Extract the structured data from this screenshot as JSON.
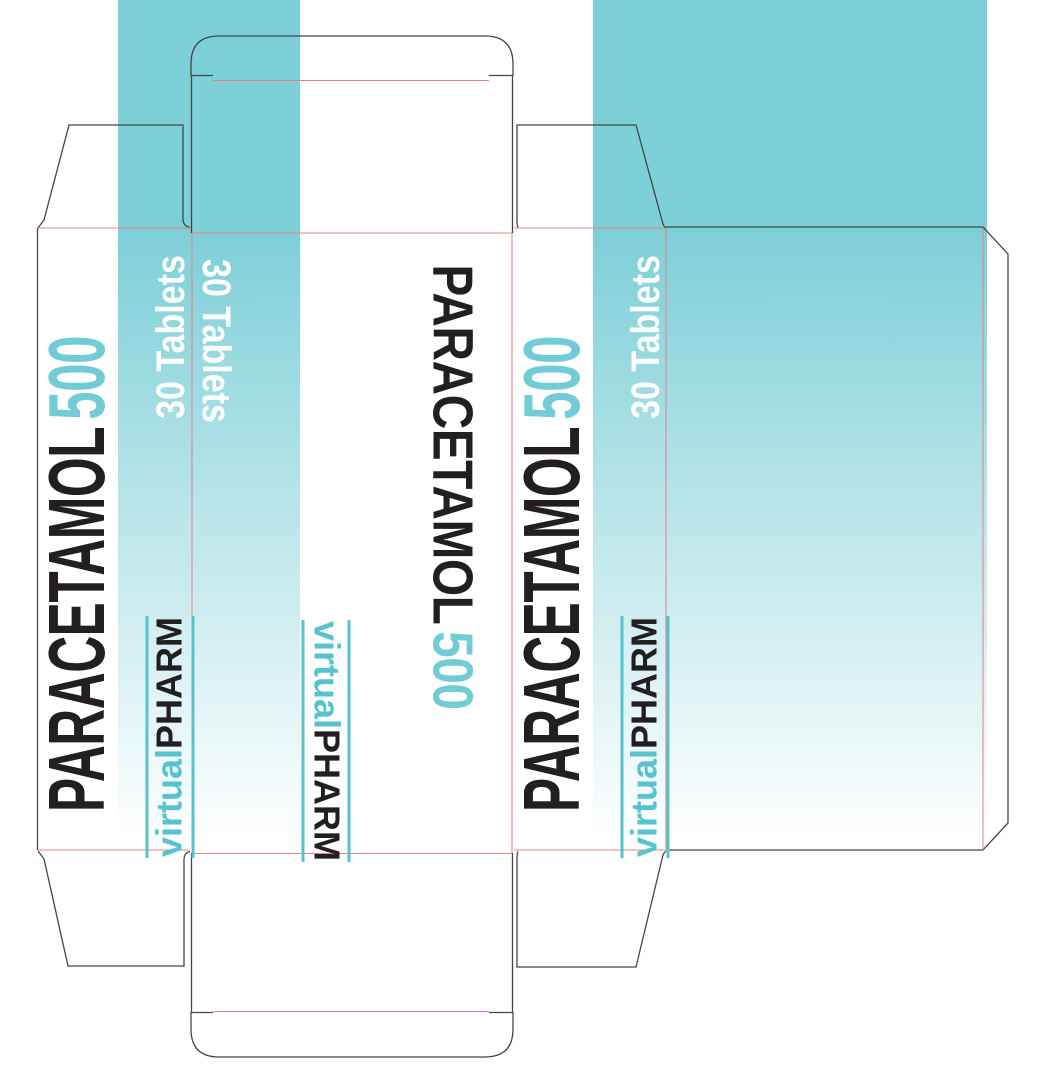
{
  "artwork": {
    "product_title": "PARACETAMOL 500",
    "colors": {
      "teal_band": "#7dcfd8",
      "teal_dose_text": "#72ccd6",
      "teal_logo": "#56c3cf",
      "ink_black": "#231f20",
      "white_text": "#ffffff",
      "cut_line": "#464646",
      "fold_line": "#e98080"
    }
  },
  "panels": {
    "side_left": {
      "title_main": "PARACETAMOL",
      "title_dose": "500",
      "quantity": "30 Tablets",
      "brand_prefix": "virtual",
      "brand_suffix": "PHARM"
    },
    "front": {
      "title_main": "PARACETAMOL",
      "title_dose": "500",
      "quantity": "30 Tablets",
      "brand_prefix": "virtual",
      "brand_suffix": "PHARM"
    },
    "side_right": {
      "title_main": "PARACETAMOL",
      "title_dose": "500",
      "quantity": "30 Tablets",
      "brand_prefix": "virtual",
      "brand_suffix": "PHARM"
    }
  }
}
